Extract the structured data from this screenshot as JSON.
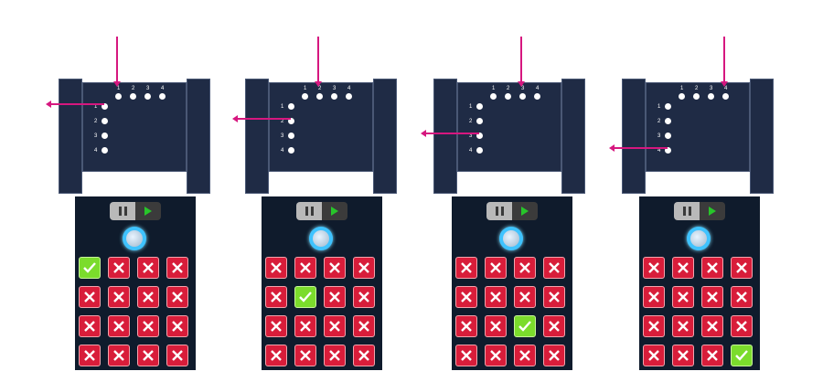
{
  "illustration": {
    "description": "Four steps mapping row selection on a device to a highlighted cell in a 4x4 grid",
    "column_labels": [
      "1",
      "2",
      "3",
      "4"
    ],
    "row_labels": [
      "1",
      "2",
      "3",
      "4"
    ]
  },
  "steps": [
    {
      "active_col": 1,
      "active_row": 1
    },
    {
      "active_col": 2,
      "active_row": 2
    },
    {
      "active_col": 3,
      "active_row": 3
    },
    {
      "active_col": 4,
      "active_row": 4
    }
  ],
  "colors": {
    "pink": "#d6177f",
    "device": "#1f2b45",
    "phone": "#0f1b2c",
    "cell_x": "#d81d3a",
    "cell_ok": "#7bdc2c"
  }
}
